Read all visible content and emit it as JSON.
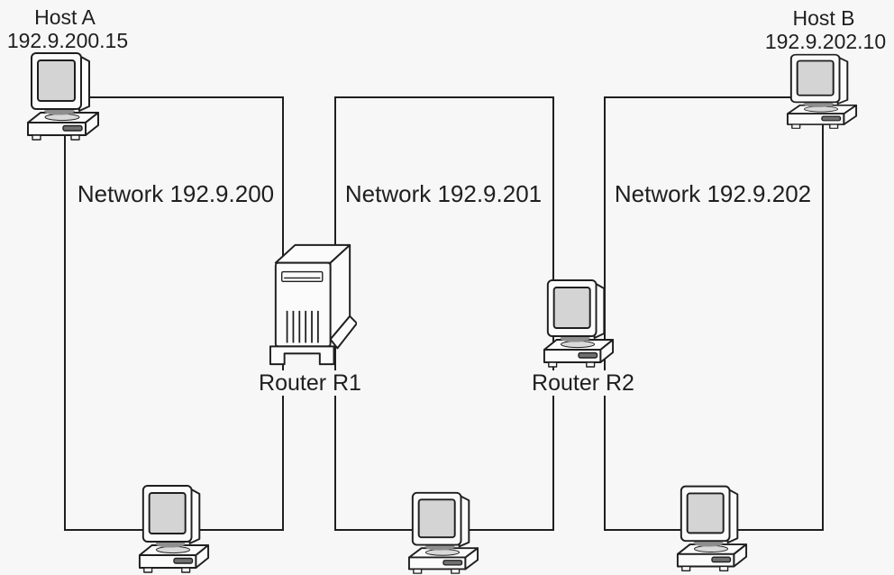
{
  "diagram": {
    "type": "network-topology",
    "colors": {
      "background": "#f7f7f7",
      "line": "#1f1f1f",
      "body": "#fbfbfb",
      "screen": "#d4d4d4",
      "slot": "#707070",
      "shadow": "#8e8e8e",
      "recess": "#d9d9d9"
    }
  },
  "hosts": {
    "host_a": {
      "name": "Host A",
      "ip": "192.9.200.15"
    },
    "host_b": {
      "name": "Host B",
      "ip": "192.9.202.10"
    }
  },
  "routers": {
    "r1": {
      "label": "Router R1"
    },
    "r2": {
      "label": "Router R2"
    }
  },
  "networks": {
    "net_200": {
      "label": "Network 192.9.200"
    },
    "net_201": {
      "label": "Network 192.9.201"
    },
    "net_202": {
      "label": "Network 192.9.202"
    }
  }
}
